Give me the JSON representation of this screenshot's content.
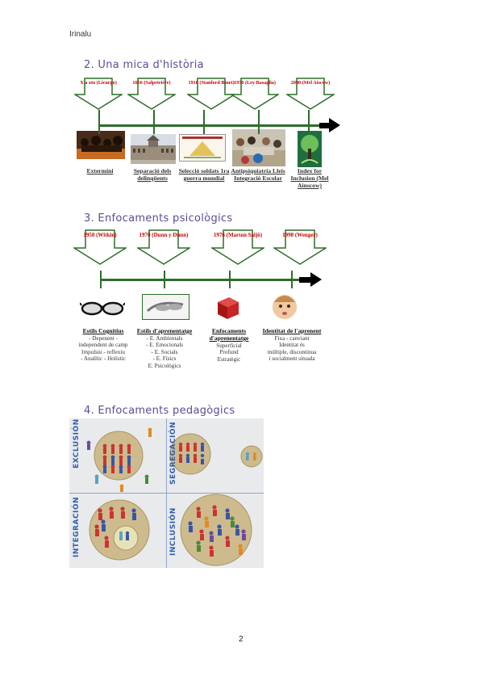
{
  "header": {
    "author": "Irinalu"
  },
  "sections": {
    "history": {
      "heading": "2. Una mica d'història",
      "arrows": [
        {
          "label": "X a xto (Licurgo)"
        },
        {
          "label": "1656 (Salpetrière)"
        },
        {
          "label": "1916 (Stanford Binet)"
        },
        {
          "label": "1976 (Ley Basaglia)"
        },
        {
          "label": "2000 (Mel Aiscow)"
        }
      ],
      "captions": [
        {
          "text": "Extermini"
        },
        {
          "text": "Separació dels delinqüents"
        },
        {
          "text": "Selecció soldats 1ra guerra mundial"
        },
        {
          "text": "Antipsiquiatria Lleis Integració Escolar"
        },
        {
          "text": "Index for Inclusion (Mel Ainscow)"
        }
      ]
    },
    "psych": {
      "heading": "3. Enfocaments psicològics",
      "arrows": [
        {
          "label": "1950 (Witkin)"
        },
        {
          "label": "1970 (Dunn y Dunn)"
        },
        {
          "label": "1976 (Marton Saljö)"
        },
        {
          "label": "1998 (Wenger)"
        }
      ],
      "columns": [
        {
          "title": "Estils Cognitius",
          "lines": [
            "- Depenent -",
            "independent de camp",
            "Impulsiu - reflexiu",
            "- Analític - Holístic"
          ]
        },
        {
          "title": "Estils d'aprenentatge",
          "lines": [
            "- E. Ambientals",
            "- E. Emocionals",
            "- E. Socials",
            "- E. Físics",
            "E. Psicològics"
          ]
        },
        {
          "title": "Enfocaments d'aprenentatge",
          "lines": [
            "Superficial",
            "Profund",
            "Estratègic"
          ]
        },
        {
          "title": "Identitat de l'aprenent",
          "lines": [
            "Fixa - canviant",
            "Identitat és",
            "múltiple, discontinua",
            "i socialment situada"
          ]
        }
      ]
    },
    "pedag": {
      "heading": "4. Enfocaments pedagògics",
      "quadrants": [
        "EXCLUSIÓN",
        "SEGREGACIÓN",
        "INTEGRACIÓN",
        "INCLUSIÓN"
      ]
    }
  },
  "footer": {
    "page": "2"
  },
  "colors": {
    "heading": "#5b4b9a",
    "arrow_fill": "#ffffff",
    "arrow_border": "#2d6e2a",
    "date": "#cc0000",
    "timeline": "#2d6e2a",
    "quadrant_label": "#2f5fae"
  }
}
